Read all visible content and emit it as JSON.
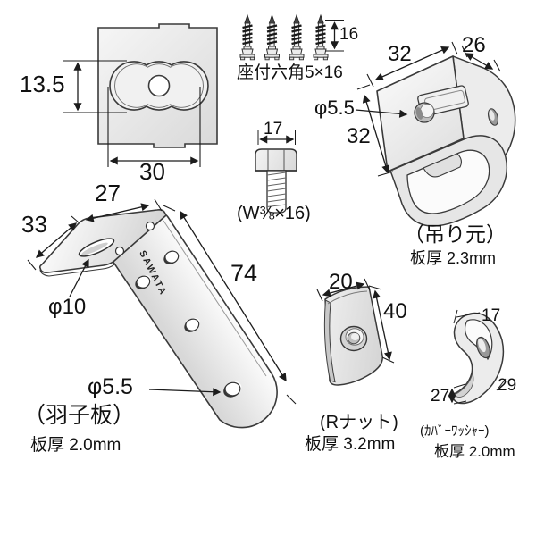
{
  "colors": {
    "background": "#ffffff",
    "outline": "#3a3a3a",
    "dim_line": "#1c1c1c",
    "text": "#111111",
    "part_fill": "#ededed",
    "part_fill_light": "#fafafa",
    "part_fill_dark": "#c9c9c9"
  },
  "parts": {
    "corner_plate": {
      "dim_height": "13.5",
      "dim_width": "30"
    },
    "screws": {
      "dim_length": "16",
      "label": "座付六角5×16"
    },
    "bolt": {
      "dim_across": "17",
      "label": "(W⅜×16)"
    },
    "hanger": {
      "dim_top": "32",
      "dim_side": "26",
      "dim_height": "32",
      "dim_hole": "φ5.5",
      "name": "（吊り元）",
      "thickness": "板厚 2.3mm"
    },
    "strap": {
      "dim_top": "27",
      "dim_end": "33",
      "dim_slot": "φ10",
      "dim_length": "74",
      "dim_hole": "φ5.5",
      "brand": "SAWATA",
      "name": "（羽子板）",
      "thickness": "板厚 2.0mm"
    },
    "r_nut": {
      "dim_width": "20",
      "dim_height": "40",
      "name": "(Rナット)",
      "thickness": "板厚 3.2mm"
    },
    "cover_washer": {
      "dim_top": "17",
      "dim_outer": "29",
      "dim_tip": "27",
      "name": "(ｶﾊﾞｰﾜｯｼｬｰ)",
      "thickness": "板厚 2.0mm"
    }
  }
}
